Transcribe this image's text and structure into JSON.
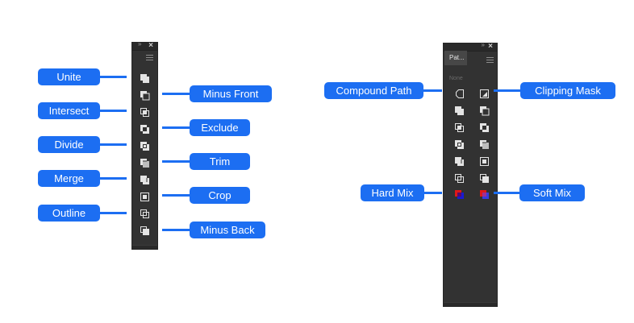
{
  "pathfinder_panel": {
    "buttons": [
      {
        "name": "unite",
        "label": "Unite"
      },
      {
        "name": "minus-front",
        "label": "Minus Front"
      },
      {
        "name": "intersect",
        "label": "Intersect"
      },
      {
        "name": "exclude",
        "label": "Exclude"
      },
      {
        "name": "divide",
        "label": "Divide"
      },
      {
        "name": "trim",
        "label": "Trim"
      },
      {
        "name": "merge",
        "label": "Merge"
      },
      {
        "name": "crop",
        "label": "Crop"
      },
      {
        "name": "outline",
        "label": "Outline"
      },
      {
        "name": "minus-back",
        "label": "Minus Back"
      }
    ]
  },
  "pathfinder_extended_panel": {
    "tab_label": "Pat...",
    "none_label": "None",
    "callouts": {
      "compound_path": "Compound Path",
      "clipping_mask": "Clipping Mask",
      "hard_mix": "Hard Mix",
      "soft_mix": "Soft Mix"
    }
  },
  "colors": {
    "accent": "#1c6ef2",
    "panel_bg": "#323232",
    "icon_light": "#e4e4e4",
    "mix_red": "#e01818",
    "mix_blue": "#1a1ad0"
  }
}
